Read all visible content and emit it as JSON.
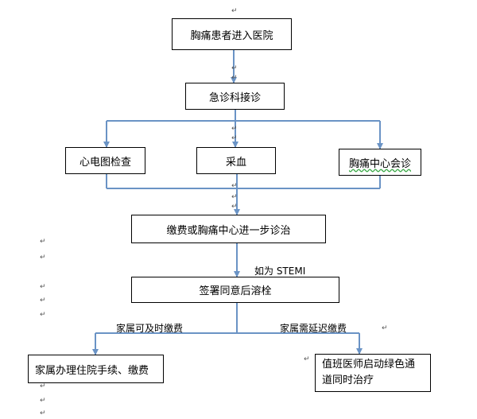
{
  "nodes": {
    "start": "胸痛患者进入医院",
    "triage": "急诊科接诊",
    "ecg": "心电图检查",
    "blood": "采血",
    "consult": "胸痛中心会诊",
    "payment": "缴费或胸痛中心进一步诊治",
    "consent": "签署同意后溶栓",
    "admit": "家属办理住院手续、缴费",
    "treat": "值班医师启动绿色通道同时治疗"
  },
  "edges": {
    "stemi": "如为 STEMI",
    "pay_ok": "家属可及时缴费",
    "pay_delay": "家属需延迟缴费"
  },
  "marks": {
    "paragraph": "↵"
  },
  "colors": {
    "arrow": "#6a93c5",
    "border": "#000000"
  }
}
